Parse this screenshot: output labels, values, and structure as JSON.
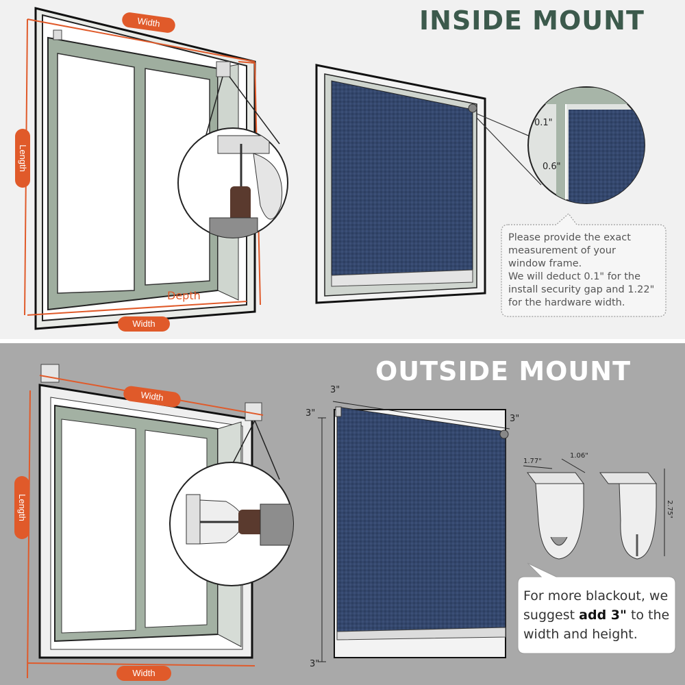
{
  "inside": {
    "title": "INSIDE MOUNT",
    "width_top": "Width",
    "width_bottom": "Width",
    "length": "Length",
    "depth": "Depth",
    "gap_top": "0.1\"",
    "gap_side": "0.6\"",
    "note_lines": [
      "Please provide the exact",
      "measurement of your",
      "window frame.",
      "We will deduct 0.1\" for the",
      "install security gap and 1.22\"",
      "for the hardware width."
    ]
  },
  "outside": {
    "title": "OUTSIDE MOUNT",
    "width_top": "Width",
    "width_bottom": "Width",
    "length": "Length",
    "ext_top_left": "3\"",
    "ext_left_top": "3\"",
    "ext_right": "3\"",
    "ext_bottom": "3\"",
    "bracket_w": "1.77\"",
    "bracket_d": "1.06\"",
    "bracket_h": "2.75\"",
    "note_pre": "For more blackout, we suggest ",
    "note_bold": "add 3\"",
    "note_post": " to the width and height."
  },
  "colors": {
    "accent": "#e05a2a",
    "fabric": "#33466b",
    "frame_sage": "#a7b5a8",
    "inside_title": "#3c5a4c"
  }
}
